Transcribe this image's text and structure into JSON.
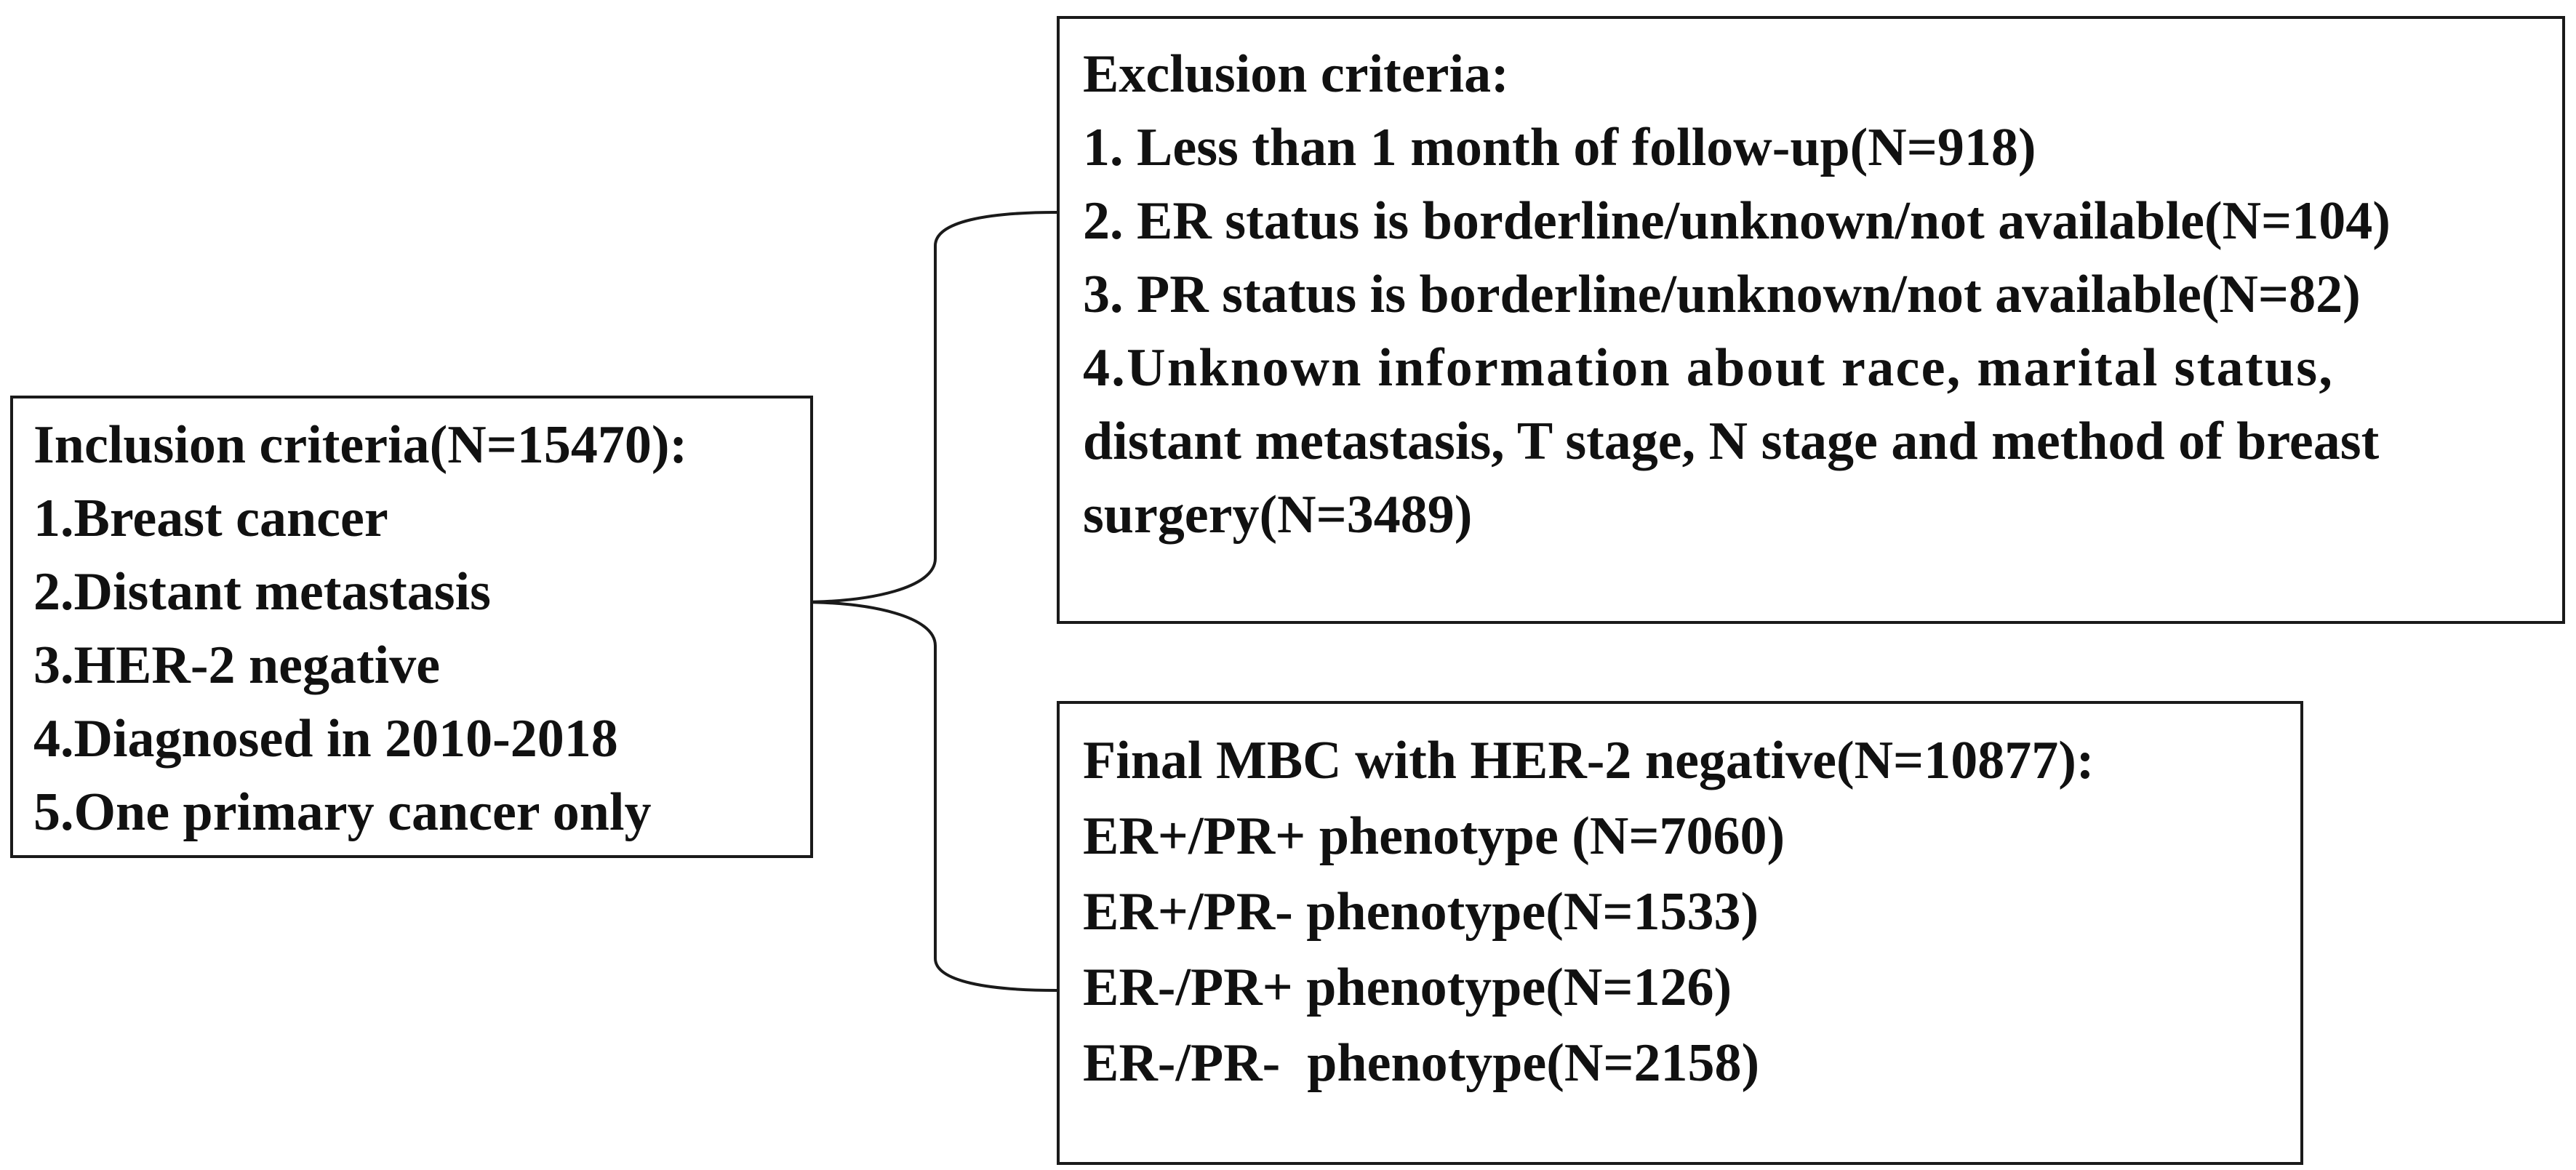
{
  "inclusion": {
    "title": "Inclusion criteria(N=15470):",
    "items": [
      "1.Breast cancer",
      "2.Distant metastasis",
      "3.HER-2 negative",
      "4.Diagnosed in 2010-2018",
      "5.One primary cancer only"
    ]
  },
  "exclusion": {
    "title": "Exclusion criteria:",
    "items": [
      "1. Less than 1 month of follow-up(N=918)",
      "2. ER status is borderline/unknown/not available(N=104)",
      "3. PR status is borderline/unknown/not available(N=82)",
      "4.Unknown information about race, marital status,",
      "distant metastasis, T stage, N stage and method of breast",
      "surgery(N=3489)"
    ]
  },
  "final": {
    "title": "Final MBC with HER-2 negative(N=10877):",
    "items": [
      "ER+/PR+ phenotype (N=7060)",
      "ER+/PR- phenotype(N=1533)",
      "ER-/PR+ phenotype(N=126)",
      "ER-/PR-  phenotype(N=2158)"
    ]
  },
  "colors": {
    "line": "#1a1a1a",
    "text": "#111111",
    "background": "#ffffff"
  }
}
